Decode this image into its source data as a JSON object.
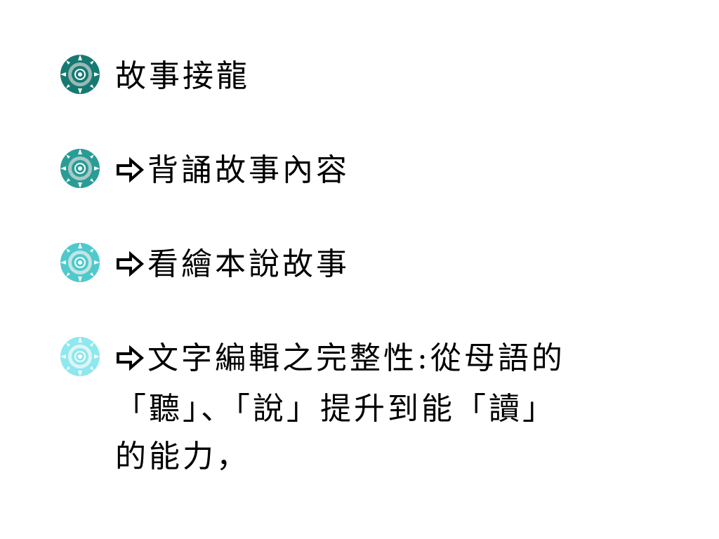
{
  "bullets": [
    {
      "text": "故事接龍",
      "has_arrow": false,
      "color": "#167a72"
    },
    {
      "text": "背誦故事內容",
      "has_arrow": true,
      "color": "#2a9c96"
    },
    {
      "text": "看繪本說故事",
      "has_arrow": true,
      "color": "#4fc9cc"
    },
    {
      "text": "文字編輯之完整性:從母語的",
      "has_arrow": true,
      "color": "#8ee8ee"
    }
  ],
  "continuation": {
    "line2": "「聽」、「說」提升到能「讀」",
    "line3": "的能力，"
  },
  "icons": {
    "bullet": "sun-gear-icon",
    "arrow": "outline-right-arrow-icon"
  }
}
